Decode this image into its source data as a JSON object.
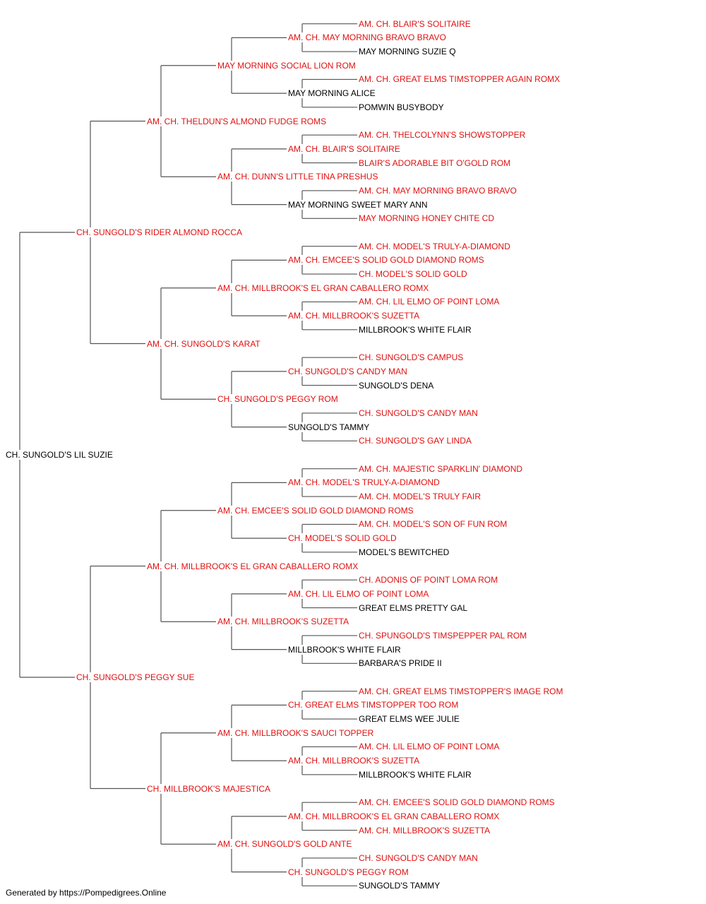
{
  "colors": {
    "champion": "#e01010",
    "plain": "#000000",
    "line": "#555555"
  },
  "footer": "Generated by https://Pompedigrees.Online",
  "pedigree": {
    "name": "CH. SUNGOLD'S LIL SUZIE",
    "champion": false,
    "sire": {
      "name": "CH. SUNGOLD'S RIDER ALMOND ROCCA",
      "champion": true,
      "sire": {
        "name": "AM. CH. THELDUN'S ALMOND FUDGE ROMS",
        "champion": true,
        "sire": {
          "name": "MAY MORNING SOCIAL LION ROM",
          "champion": true,
          "sire": {
            "name": "AM. CH. MAY MORNING BRAVO BRAVO",
            "champion": true,
            "sire": {
              "name": "AM. CH. BLAIR'S SOLITAIRE",
              "champion": true
            },
            "dam": {
              "name": "MAY MORNING SUZIE Q",
              "champion": false
            }
          },
          "dam": {
            "name": "MAY MORNING ALICE",
            "champion": false,
            "sire": {
              "name": "AM. CH. GREAT ELMS TIMSTOPPER AGAIN ROMX",
              "champion": true
            },
            "dam": {
              "name": "POMWIN BUSYBODY",
              "champion": false
            }
          }
        },
        "dam": {
          "name": "AM. CH. DUNN'S LITTLE TINA PRESHUS",
          "champion": true,
          "sire": {
            "name": "AM. CH. BLAIR'S SOLITAIRE",
            "champion": true,
            "sire": {
              "name": "AM. CH. THELCOLYNN'S SHOWSTOPPER",
              "champion": true
            },
            "dam": {
              "name": "BLAIR'S ADORABLE BIT O'GOLD ROM",
              "champion": true
            }
          },
          "dam": {
            "name": "MAY MORNING SWEET MARY ANN",
            "champion": false,
            "sire": {
              "name": "AM. CH. MAY MORNING BRAVO BRAVO",
              "champion": true
            },
            "dam": {
              "name": "MAY MORNING HONEY CHITE CD",
              "champion": true
            }
          }
        }
      },
      "dam": {
        "name": "AM. CH. SUNGOLD'S KARAT",
        "champion": true,
        "sire": {
          "name": "AM. CH. MILLBROOK'S EL GRAN CABALLERO ROMX",
          "champion": true,
          "sire": {
            "name": "AM. CH. EMCEE'S SOLID GOLD DIAMOND ROMS",
            "champion": true,
            "sire": {
              "name": "AM. CH. MODEL'S TRULY-A-DIAMOND",
              "champion": true
            },
            "dam": {
              "name": "CH. MODEL'S SOLID GOLD",
              "champion": true
            }
          },
          "dam": {
            "name": "AM. CH. MILLBROOK'S SUZETTA",
            "champion": true,
            "sire": {
              "name": "AM. CH. LIL ELMO OF POINT LOMA",
              "champion": true
            },
            "dam": {
              "name": "MILLBROOK'S WHITE FLAIR",
              "champion": false
            }
          }
        },
        "dam": {
          "name": "CH. SUNGOLD'S PEGGY ROM",
          "champion": true,
          "sire": {
            "name": "CH. SUNGOLD'S CANDY MAN",
            "champion": true,
            "sire": {
              "name": "CH. SUNGOLD'S CAMPUS",
              "champion": true
            },
            "dam": {
              "name": "SUNGOLD'S DENA",
              "champion": false
            }
          },
          "dam": {
            "name": "SUNGOLD'S TAMMY",
            "champion": false,
            "sire": {
              "name": "CH. SUNGOLD'S CANDY MAN",
              "champion": true
            },
            "dam": {
              "name": "CH. SUNGOLD'S GAY LINDA",
              "champion": true
            }
          }
        }
      }
    },
    "dam": {
      "name": "CH. SUNGOLD'S PEGGY SUE",
      "champion": true,
      "sire": {
        "name": "AM. CH. MILLBROOK'S EL GRAN CABALLERO ROMX",
        "champion": true,
        "sire": {
          "name": "AM. CH. EMCEE'S SOLID GOLD DIAMOND ROMS",
          "champion": true,
          "sire": {
            "name": "AM. CH. MODEL'S TRULY-A-DIAMOND",
            "champion": true,
            "sire": {
              "name": "AM. CH. MAJESTIC SPARKLIN' DIAMOND",
              "champion": true
            },
            "dam": {
              "name": "AM. CH. MODEL'S TRULY FAIR",
              "champion": true
            }
          },
          "dam": {
            "name": "CH. MODEL'S SOLID GOLD",
            "champion": true,
            "sire": {
              "name": "AM. CH. MODEL'S SON OF FUN ROM",
              "champion": true
            },
            "dam": {
              "name": "MODEL'S BEWITCHED",
              "champion": false
            }
          }
        },
        "dam": {
          "name": "AM. CH. MILLBROOK'S SUZETTA",
          "champion": true,
          "sire": {
            "name": "AM. CH. LIL ELMO OF POINT LOMA",
            "champion": true,
            "sire": {
              "name": "CH. ADONIS OF POINT LOMA ROM",
              "champion": true
            },
            "dam": {
              "name": "GREAT ELMS PRETTY GAL",
              "champion": false
            }
          },
          "dam": {
            "name": "MILLBROOK'S WHITE FLAIR",
            "champion": false,
            "sire": {
              "name": "CH. SPUNGOLD'S TIMSPEPPER PAL ROM",
              "champion": true
            },
            "dam": {
              "name": "BARBARA'S PRIDE II",
              "champion": false
            }
          }
        }
      },
      "dam": {
        "name": "CH. MILLBROOK'S MAJESTICA",
        "champion": true,
        "sire": {
          "name": "AM. CH. MILLBROOK'S SAUCI TOPPER",
          "champion": true,
          "sire": {
            "name": "CH. GREAT ELMS TIMSTOPPER TOO ROM",
            "champion": true,
            "sire": {
              "name": "AM. CH. GREAT ELMS TIMSTOPPER'S IMAGE ROM",
              "champion": true
            },
            "dam": {
              "name": "GREAT ELMS WEE JULIE",
              "champion": false
            }
          },
          "dam": {
            "name": "AM. CH. MILLBROOK'S SUZETTA",
            "champion": true,
            "sire": {
              "name": "AM. CH. LIL ELMO OF POINT LOMA",
              "champion": true
            },
            "dam": {
              "name": "MILLBROOK'S WHITE FLAIR",
              "champion": false
            }
          }
        },
        "dam": {
          "name": "AM. CH. SUNGOLD'S GOLD ANTE",
          "champion": true,
          "sire": {
            "name": "AM. CH. MILLBROOK'S EL GRAN CABALLERO ROMX",
            "champion": true,
            "sire": {
              "name": "AM. CH. EMCEE'S SOLID GOLD DIAMOND ROMS",
              "champion": true
            },
            "dam": {
              "name": "AM. CH. MILLBROOK'S SUZETTA",
              "champion": true
            }
          },
          "dam": {
            "name": "CH. SUNGOLD'S PEGGY ROM",
            "champion": true,
            "sire": {
              "name": "CH. SUNGOLD'S CANDY MAN",
              "champion": true
            },
            "dam": {
              "name": "SUNGOLD'S TAMMY",
              "champion": false
            }
          }
        }
      }
    }
  }
}
